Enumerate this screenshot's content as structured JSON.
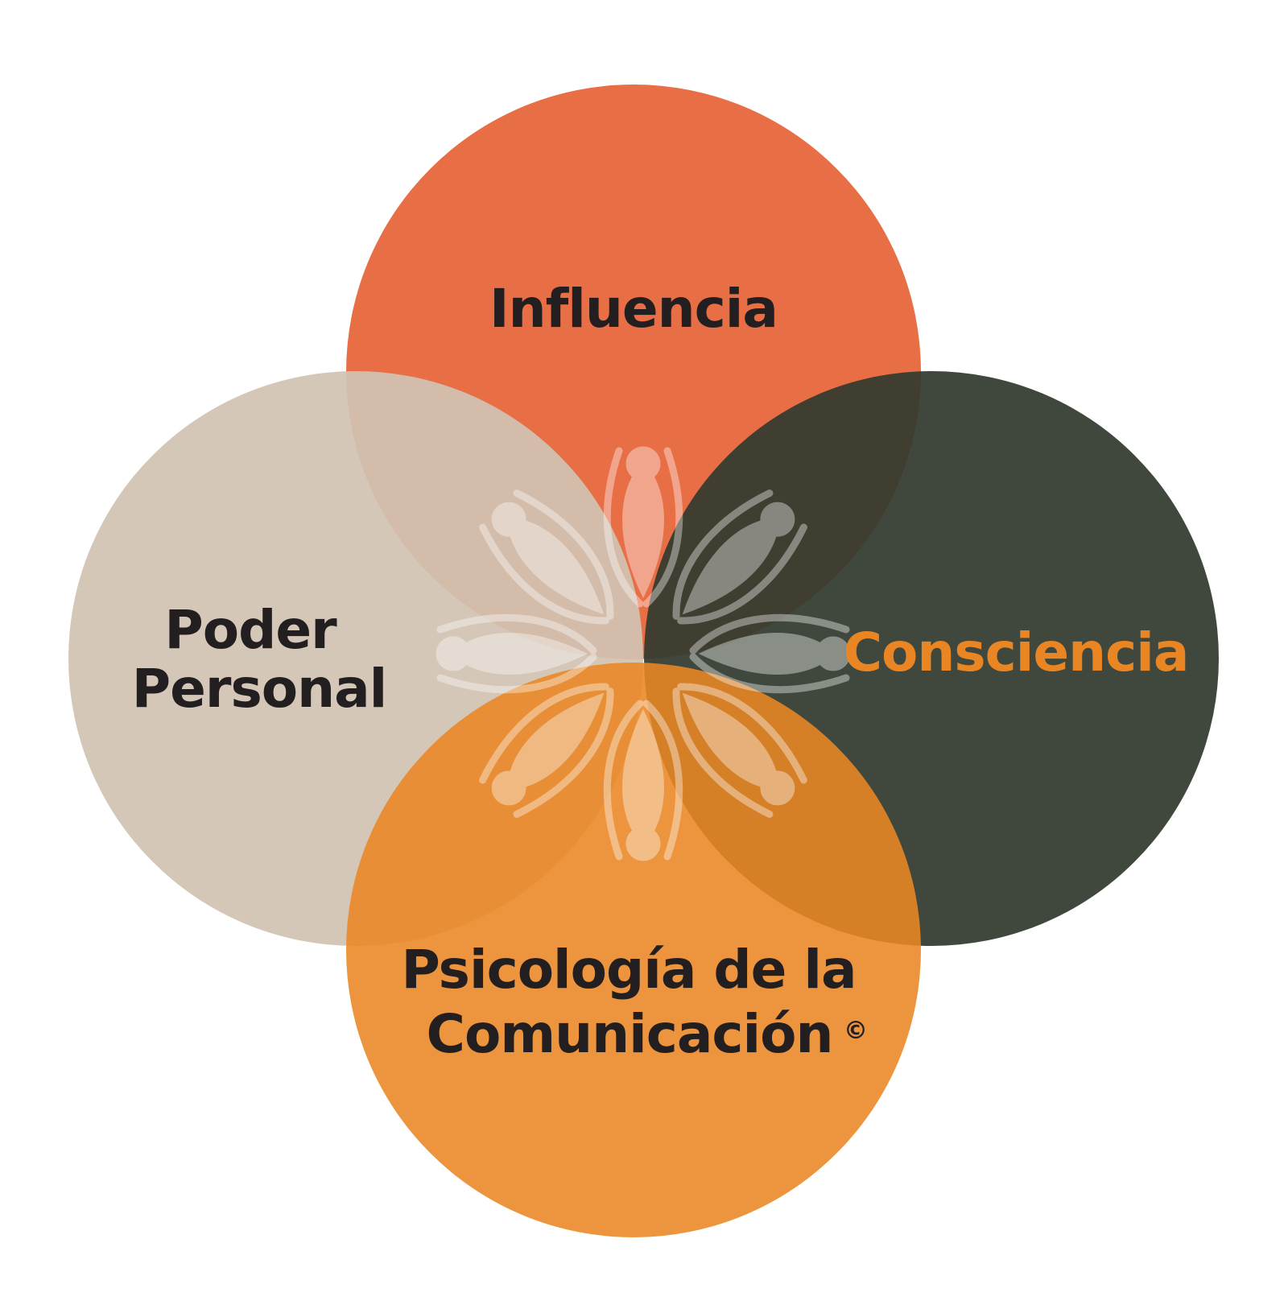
{
  "diagram": {
    "circles": [
      {
        "id": "influencia",
        "label": "Influencia",
        "color": "#e86e45"
      },
      {
        "id": "poder",
        "label_lines": [
          "Poder",
          "Personal"
        ],
        "color": "#d0c2b2"
      },
      {
        "id": "consciencia",
        "label": "Consciencia",
        "color": "#323a2f"
      },
      {
        "id": "psicologia",
        "label_lines": [
          "Psicología de la",
          "Comunicación"
        ],
        "copyright": "©",
        "color": "#e98623"
      }
    ],
    "label_colors": {
      "dark": "#231f20",
      "accent": "#e98623"
    },
    "center_emblem": {
      "icon": "flower-of-people-icon",
      "petals": 8
    }
  }
}
